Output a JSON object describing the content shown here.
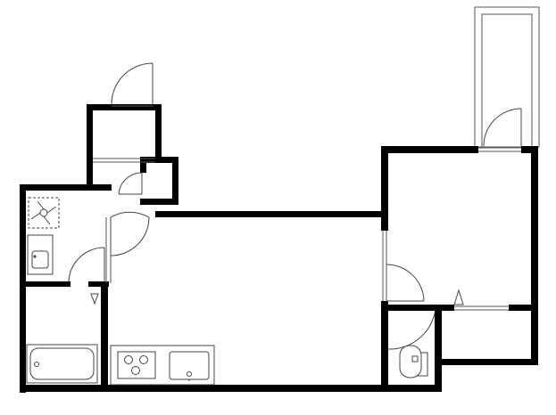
{
  "plan": {
    "rooms": [
      {
        "id": "entry"
      },
      {
        "id": "closet"
      },
      {
        "id": "washroom"
      },
      {
        "id": "bath"
      },
      {
        "id": "main-room"
      },
      {
        "id": "bedroom"
      },
      {
        "id": "toilet"
      },
      {
        "id": "storage"
      },
      {
        "id": "balcony"
      }
    ],
    "fixtures": [
      "ventilation-fan-icon",
      "washbasin-icon",
      "bathtub-icon",
      "stove-icon",
      "sink-icon",
      "toilet-icon"
    ]
  }
}
